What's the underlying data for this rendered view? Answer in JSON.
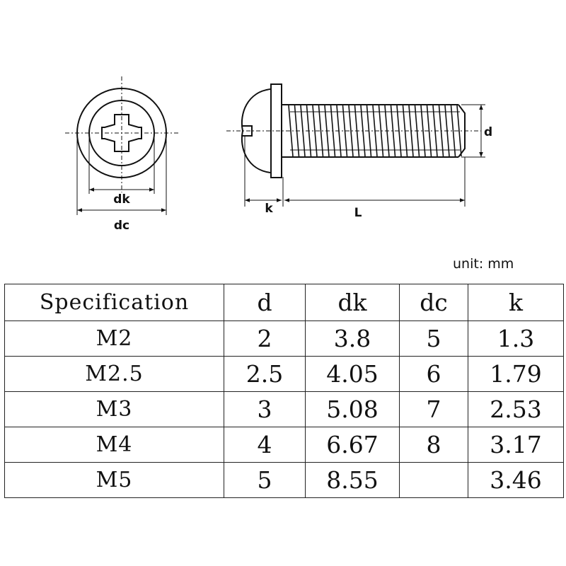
{
  "labels": {
    "dk": "dk",
    "dc": "dc",
    "k": "k",
    "L": "L",
    "d": "d"
  },
  "unit_text": "unit: mm",
  "table": {
    "headers": [
      "Specification",
      "d",
      "dk",
      "dc",
      "k"
    ],
    "rows": [
      [
        "M2",
        "2",
        "3.8",
        "5",
        "1.3"
      ],
      [
        "M2.5",
        "2.5",
        "4.05",
        "6",
        "1.79"
      ],
      [
        "M3",
        "3",
        "5.08",
        "7",
        "2.53"
      ],
      [
        "M4",
        "4",
        "6.67",
        "8",
        "3.17"
      ],
      [
        "M5",
        "5",
        "8.55",
        "",
        "3.46"
      ]
    ]
  }
}
